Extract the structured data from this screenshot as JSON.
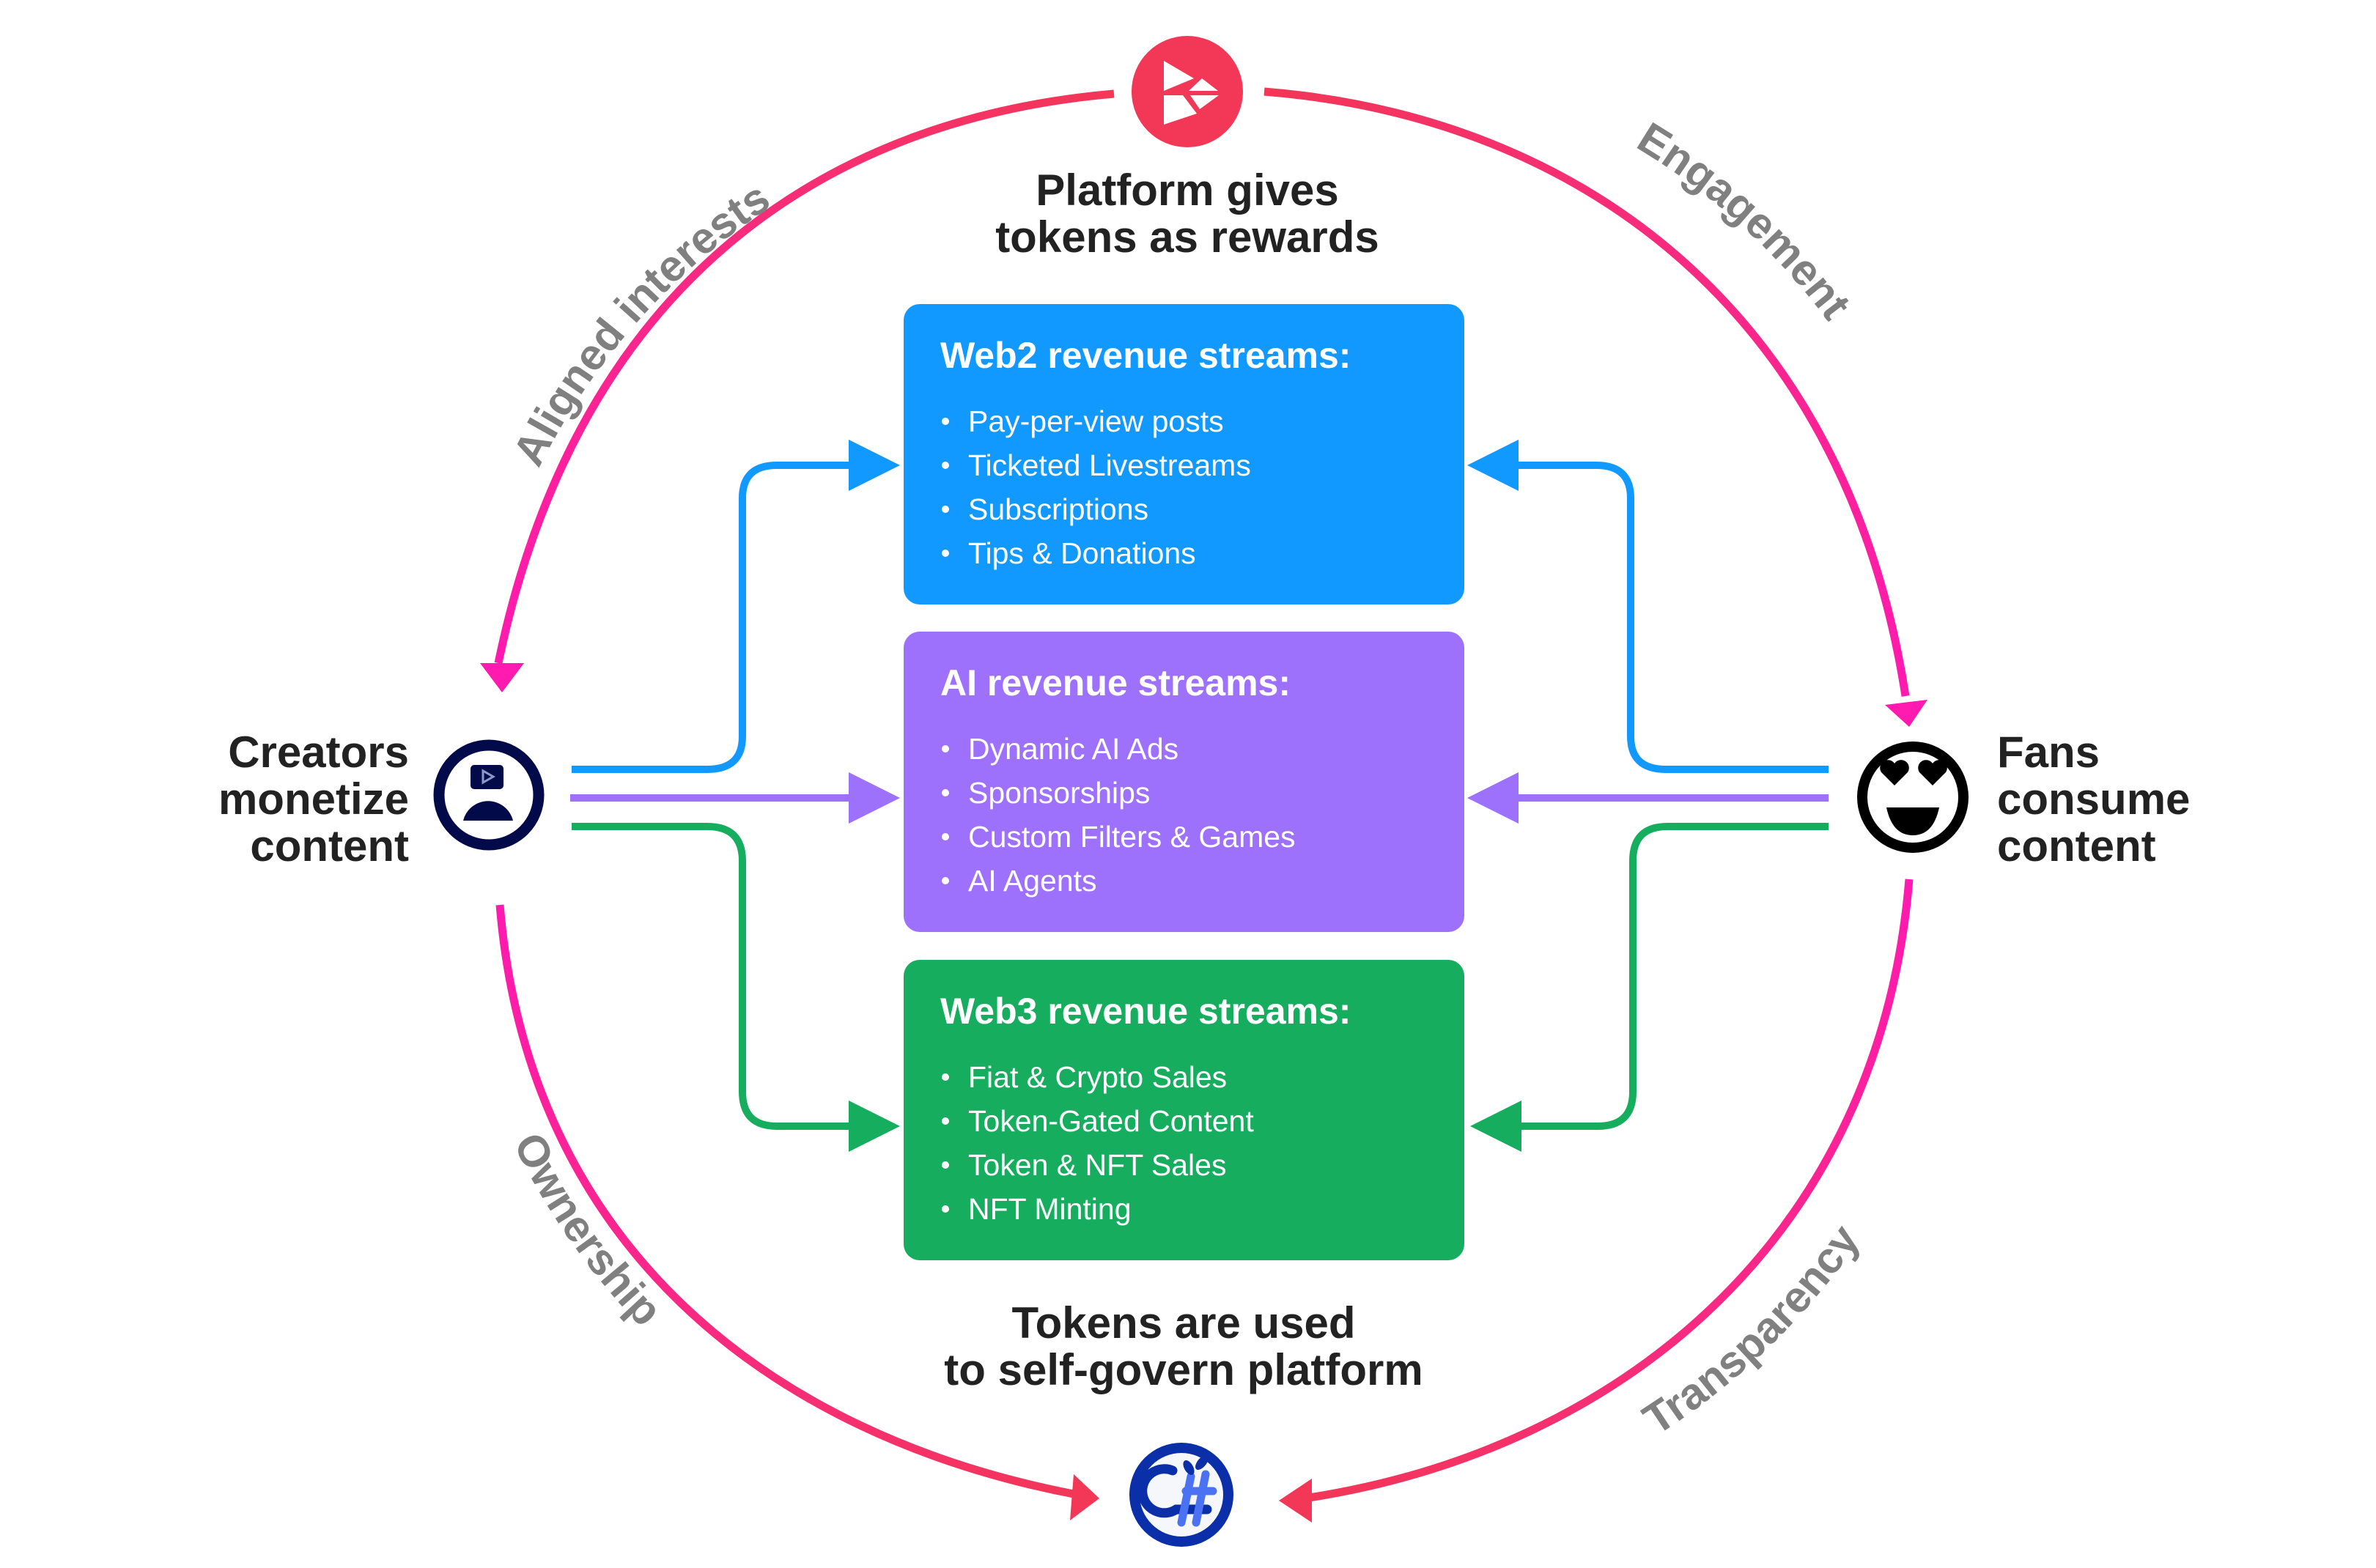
{
  "diagram": {
    "top_node": {
      "label_line1": "Platform gives",
      "label_line2": "tokens as rewards",
      "icon": "platform-play-logo-icon"
    },
    "bottom_node": {
      "label_line1": "Tokens are used",
      "label_line2": "to self-govern platform",
      "icon": "governance-token-logo-icon"
    },
    "left_node": {
      "label_line1": "Creators",
      "label_line2": "monetize",
      "label_line3": "content",
      "icon": "creator-avatar-icon"
    },
    "right_node": {
      "label_line1": "Fans",
      "label_line2": "consume",
      "label_line3": "content",
      "icon": "heart-eyes-smiley-icon"
    },
    "cycle_labels": {
      "top_left": "Aligned interests",
      "top_right": "Engagement",
      "bottom_left": "Ownership",
      "bottom_right": "Transparency"
    },
    "boxes": [
      {
        "title": "Web2 revenue streams:",
        "color": "#1199FF",
        "items": [
          "Pay-per-view posts",
          "Ticketed Livestreams",
          "Subscriptions",
          "Tips & Donations"
        ]
      },
      {
        "title": "AI revenue streams:",
        "color": "#9E71FC",
        "items": [
          "Dynamic AI Ads",
          "Sponsorships",
          "Custom Filters & Games",
          "AI Agents"
        ]
      },
      {
        "title": "Web3 revenue streams:",
        "color": "#17AD5E",
        "items": [
          "Fiat & Crypto Sales",
          "Token-Gated Content",
          "Token & NFT Sales",
          "NFT Minting"
        ]
      }
    ],
    "colors": {
      "cycle_red": "#F23757",
      "cycle_pink": "#FF1AB0",
      "label_gray": "#808080",
      "text_dark": "#222222",
      "creator_navy": "#020A4A",
      "token_blue": "#0A2FA8",
      "token_light_blue": "#4A72F2"
    }
  }
}
